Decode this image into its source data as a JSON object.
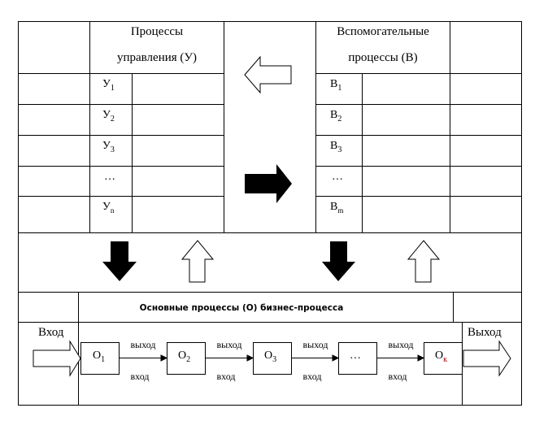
{
  "management": {
    "title_line1": "Процессы",
    "title_line2": "управления (У)",
    "rows": [
      {
        "base": "У",
        "sub": "1"
      },
      {
        "base": "У",
        "sub": "2"
      },
      {
        "base": "У",
        "sub": "3"
      },
      {
        "base": "…",
        "sub": ""
      },
      {
        "base": "У",
        "sub": "n"
      }
    ]
  },
  "support": {
    "title_line1": "Вспомогательные",
    "title_line2": "процессы (В)",
    "rows": [
      {
        "base": "В",
        "sub": "1"
      },
      {
        "base": "В",
        "sub": "2"
      },
      {
        "base": "В",
        "sub": "3"
      },
      {
        "base": "…",
        "sub": ""
      },
      {
        "base": "В",
        "sub": "m"
      }
    ]
  },
  "core": {
    "title": "Основные процессы (О) бизнес-процесса",
    "input_label": "Вход",
    "output_label": "Выход",
    "processes": [
      {
        "base": "О",
        "sub": "1"
      },
      {
        "base": "О",
        "sub": "2"
      },
      {
        "base": "О",
        "sub": "3"
      },
      {
        "base": "…",
        "sub": ""
      },
      {
        "base": "О",
        "sub": "к"
      }
    ],
    "link_output_label": "выход",
    "link_input_label": "вход"
  },
  "colors": {
    "line": "#000000",
    "outline_arrow_fill": "#ffffff",
    "solid_arrow_fill": "#000000"
  }
}
